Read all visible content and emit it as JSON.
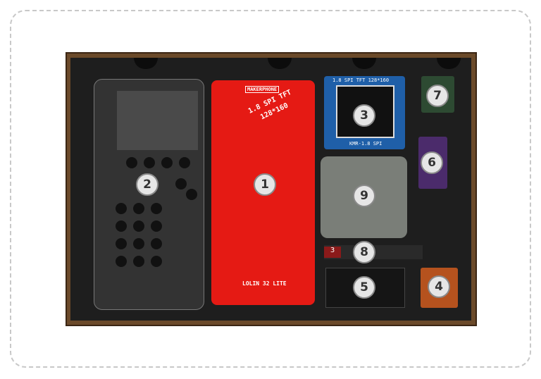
{
  "components": [
    {
      "number": "1",
      "name": "red-pcb"
    },
    {
      "number": "2",
      "name": "acrylic-case"
    },
    {
      "number": "3",
      "name": "tft-display"
    },
    {
      "number": "4",
      "name": "orange-module"
    },
    {
      "number": "5",
      "name": "lolin-board"
    },
    {
      "number": "6",
      "name": "purple-module"
    },
    {
      "number": "7",
      "name": "green-module"
    },
    {
      "number": "8",
      "name": "antenna"
    },
    {
      "number": "9",
      "name": "parts-bag"
    }
  ],
  "pcb": {
    "brand": "MAKERPHONE",
    "display_line1": "1.8 SPI TFT",
    "display_line2": "128*160",
    "board": "LOLIN 32 LITE"
  },
  "tft": {
    "top_label": "1.8 SPI TFT 128*160",
    "bottom_label": "KMR-1.8 SPI"
  },
  "antenna_tag": "3"
}
